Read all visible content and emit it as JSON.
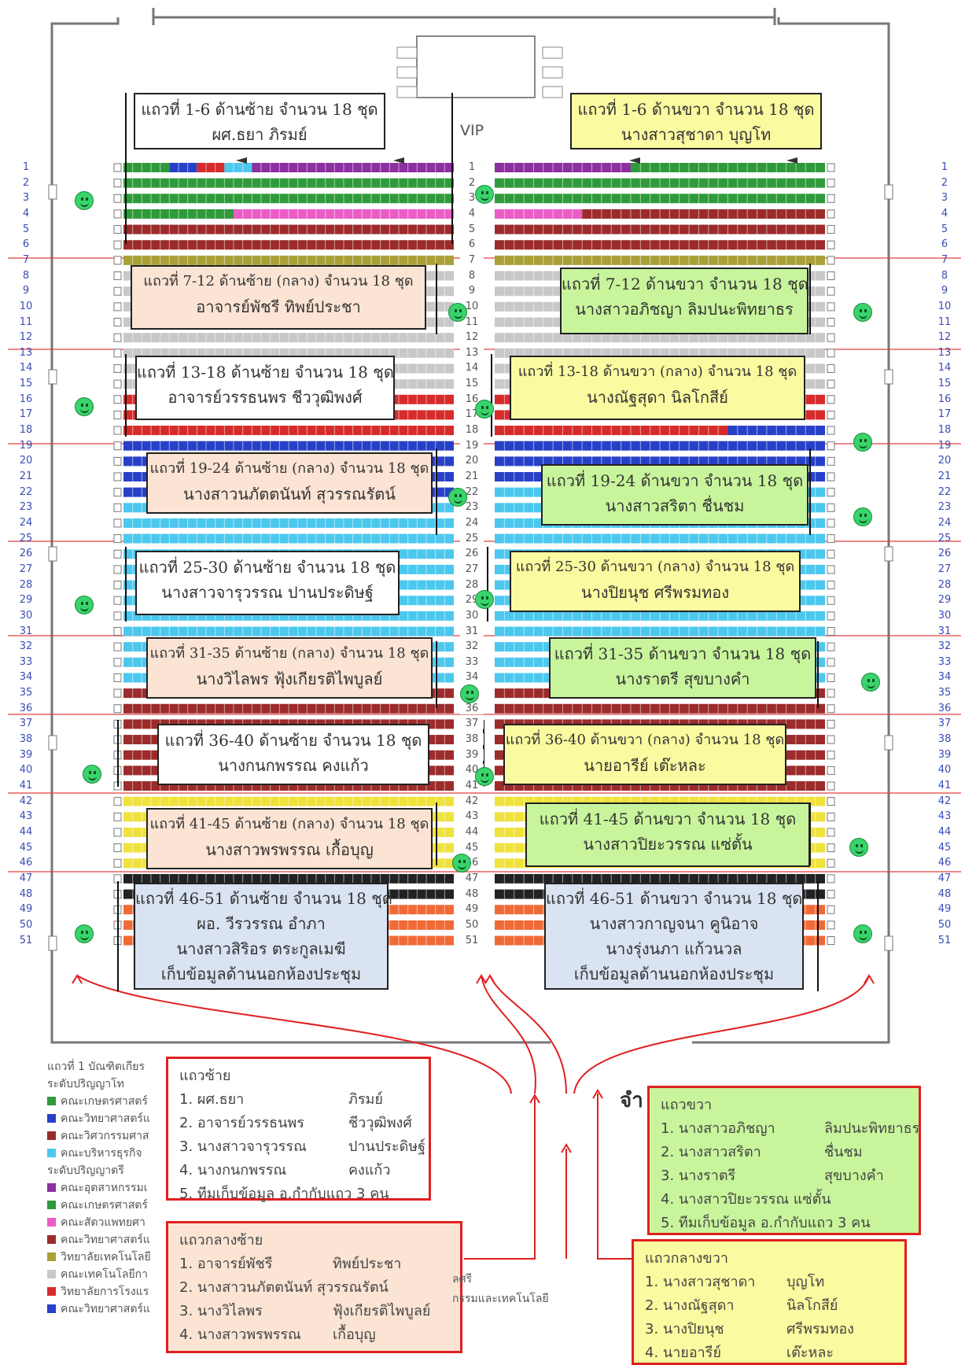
{
  "venue": {
    "vip_label": "VIP"
  },
  "row_numbers": [
    "1",
    "2",
    "3",
    "4",
    "5",
    "6",
    "7",
    "8",
    "9",
    "10",
    "11",
    "12",
    "13",
    "14",
    "15",
    "16",
    "17",
    "18",
    "19",
    "20",
    "21",
    "22",
    "23",
    "24",
    "25",
    "26",
    "27",
    "28",
    "29",
    "30",
    "31",
    "32",
    "33",
    "34",
    "35",
    "36",
    "37",
    "38",
    "39",
    "40",
    "41",
    "42",
    "43",
    "44",
    "45",
    "46",
    "47",
    "48",
    "49",
    "50",
    "51"
  ],
  "colors": {
    "green": "#2f9a3a",
    "blue": "#2740c8",
    "red": "#d62b2b",
    "cyan": "#4cc8ee",
    "purple": "#8c2fa0",
    "pink": "#ec5cc6",
    "maroon": "#9c2b2b",
    "olive": "#a9a038",
    "grey": "#c8c8c8",
    "yellow": "#f0e23c",
    "black": "#222222",
    "orange": "#f06a36",
    "box_white": "#ffffff",
    "box_yellow": "#fafaa0",
    "box_peach": "#fbe4d4",
    "box_green": "#c8f59c",
    "box_blue": "#d9e3f1",
    "divider": "#e04040",
    "arrow": "#e02020"
  },
  "seat_rows": [
    {
      "row": 1,
      "left": [
        [
          "green",
          5
        ],
        [
          "blue",
          3
        ],
        [
          "red",
          3
        ],
        [
          "cyan",
          3
        ],
        [
          "purple",
          22
        ]
      ],
      "right": [
        [
          "purple",
          14
        ],
        [
          "green",
          20
        ]
      ]
    },
    {
      "row": 2,
      "left": [
        [
          "green",
          36
        ]
      ],
      "right": [
        [
          "green",
          34
        ]
      ]
    },
    {
      "row": 3,
      "left": [
        [
          "green",
          36
        ]
      ],
      "right": [
        [
          "green",
          34
        ]
      ]
    },
    {
      "row": 4,
      "left": [
        [
          "green",
          12
        ],
        [
          "pink",
          24
        ]
      ],
      "right": [
        [
          "pink",
          9
        ],
        [
          "maroon",
          25
        ]
      ]
    },
    {
      "row": 5,
      "left": [
        [
          "maroon",
          36
        ]
      ],
      "right": [
        [
          "maroon",
          34
        ]
      ]
    },
    {
      "row": 6,
      "left": [
        [
          "maroon",
          36
        ]
      ],
      "right": [
        [
          "maroon",
          34
        ]
      ]
    },
    {
      "row": 7,
      "left": [
        [
          "olive",
          36
        ]
      ],
      "right": [
        [
          "olive",
          34
        ]
      ]
    },
    {
      "row": 8,
      "left": [
        [
          "grey",
          36
        ]
      ],
      "right": [
        [
          "grey",
          34
        ]
      ]
    },
    {
      "row": 9,
      "left": [
        [
          "grey",
          36
        ]
      ],
      "right": [
        [
          "grey",
          34
        ]
      ]
    },
    {
      "row": 10,
      "left": [
        [
          "grey",
          36
        ]
      ],
      "right": [
        [
          "grey",
          34
        ]
      ]
    },
    {
      "row": 11,
      "left": [
        [
          "grey",
          36
        ]
      ],
      "right": [
        [
          "grey",
          34
        ]
      ]
    },
    {
      "row": 12,
      "left": [
        [
          "grey",
          36
        ]
      ],
      "right": [
        [
          "grey",
          34
        ]
      ]
    },
    {
      "row": 13,
      "left": [
        [
          "grey",
          36
        ]
      ],
      "right": [
        [
          "grey",
          34
        ]
      ]
    },
    {
      "row": 14,
      "left": [
        [
          "grey",
          36
        ]
      ],
      "right": [
        [
          "grey",
          34
        ]
      ]
    },
    {
      "row": 15,
      "left": [
        [
          "grey",
          36
        ]
      ],
      "right": [
        [
          "grey",
          34
        ]
      ]
    },
    {
      "row": 16,
      "left": [
        [
          "red",
          36
        ]
      ],
      "right": [
        [
          "red",
          34
        ]
      ]
    },
    {
      "row": 17,
      "left": [
        [
          "red",
          36
        ]
      ],
      "right": [
        [
          "red",
          34
        ]
      ]
    },
    {
      "row": 18,
      "left": [
        [
          "red",
          36
        ]
      ],
      "right": [
        [
          "red",
          24
        ],
        [
          "blue",
          10
        ]
      ]
    },
    {
      "row": 19,
      "left": [
        [
          "blue",
          36
        ]
      ],
      "right": [
        [
          "blue",
          34
        ]
      ]
    },
    {
      "row": 20,
      "left": [
        [
          "blue",
          36
        ]
      ],
      "right": [
        [
          "blue",
          34
        ]
      ]
    },
    {
      "row": 21,
      "left": [
        [
          "blue",
          36
        ]
      ],
      "right": [
        [
          "blue",
          34
        ]
      ]
    },
    {
      "row": 22,
      "left": [
        [
          "blue",
          36
        ]
      ],
      "right": [
        [
          "cyan",
          34
        ]
      ]
    },
    {
      "row": 23,
      "left": [
        [
          "cyan",
          36
        ]
      ],
      "right": [
        [
          "cyan",
          34
        ]
      ]
    },
    {
      "row": 24,
      "left": [
        [
          "cyan",
          36
        ]
      ],
      "right": [
        [
          "cyan",
          34
        ]
      ]
    },
    {
      "row": 25,
      "left": [
        [
          "cyan",
          36
        ]
      ],
      "right": [
        [
          "cyan",
          34
        ]
      ]
    },
    {
      "row": 26,
      "left": [
        [
          "cyan",
          36
        ]
      ],
      "right": [
        [
          "cyan",
          34
        ]
      ]
    },
    {
      "row": 27,
      "left": [
        [
          "cyan",
          36
        ]
      ],
      "right": [
        [
          "cyan",
          34
        ]
      ]
    },
    {
      "row": 28,
      "left": [
        [
          "cyan",
          36
        ]
      ],
      "right": [
        [
          "cyan",
          34
        ]
      ]
    },
    {
      "row": 29,
      "left": [
        [
          "cyan",
          36
        ]
      ],
      "right": [
        [
          "cyan",
          34
        ]
      ]
    },
    {
      "row": 30,
      "left": [
        [
          "cyan",
          36
        ]
      ],
      "right": [
        [
          "cyan",
          34
        ]
      ]
    },
    {
      "row": 31,
      "left": [
        [
          "cyan",
          36
        ]
      ],
      "right": [
        [
          "cyan",
          34
        ]
      ]
    },
    {
      "row": 32,
      "left": [
        [
          "cyan",
          36
        ]
      ],
      "right": [
        [
          "cyan",
          34
        ]
      ]
    },
    {
      "row": 33,
      "left": [
        [
          "cyan",
          36
        ]
      ],
      "right": [
        [
          "cyan",
          34
        ]
      ]
    },
    {
      "row": 34,
      "left": [
        [
          "cyan",
          36
        ]
      ],
      "right": [
        [
          "cyan",
          34
        ]
      ]
    },
    {
      "row": 35,
      "left": [
        [
          "maroon",
          36
        ]
      ],
      "right": [
        [
          "maroon",
          34
        ]
      ]
    },
    {
      "row": 36,
      "left": [
        [
          "maroon",
          36
        ]
      ],
      "right": [
        [
          "maroon",
          34
        ]
      ]
    },
    {
      "row": 37,
      "left": [
        [
          "maroon",
          36
        ]
      ],
      "right": [
        [
          "maroon",
          34
        ]
      ]
    },
    {
      "row": 38,
      "left": [
        [
          "maroon",
          36
        ]
      ],
      "right": [
        [
          "maroon",
          34
        ]
      ]
    },
    {
      "row": 39,
      "left": [
        [
          "maroon",
          36
        ]
      ],
      "right": [
        [
          "maroon",
          34
        ]
      ]
    },
    {
      "row": 40,
      "left": [
        [
          "maroon",
          36
        ]
      ],
      "right": [
        [
          "maroon",
          34
        ]
      ]
    },
    {
      "row": 41,
      "left": [
        [
          "maroon",
          36
        ]
      ],
      "right": [
        [
          "maroon",
          34
        ]
      ]
    },
    {
      "row": 42,
      "left": [
        [
          "yellow",
          36
        ]
      ],
      "right": [
        [
          "yellow",
          34
        ]
      ]
    },
    {
      "row": 43,
      "left": [
        [
          "yellow",
          36
        ]
      ],
      "right": [
        [
          "yellow",
          34
        ]
      ]
    },
    {
      "row": 44,
      "left": [
        [
          "yellow",
          36
        ]
      ],
      "right": [
        [
          "yellow",
          34
        ]
      ]
    },
    {
      "row": 45,
      "left": [
        [
          "yellow",
          36
        ]
      ],
      "right": [
        [
          "yellow",
          34
        ]
      ]
    },
    {
      "row": 46,
      "left": [
        [
          "yellow",
          36
        ]
      ],
      "right": [
        [
          "yellow",
          34
        ]
      ]
    },
    {
      "row": 47,
      "left": [
        [
          "black",
          36
        ]
      ],
      "right": [
        [
          "black",
          34
        ]
      ]
    },
    {
      "row": 48,
      "left": [
        [
          "black",
          36
        ]
      ],
      "right": [
        [
          "black",
          34
        ]
      ]
    },
    {
      "row": 49,
      "left": [
        [
          "orange",
          36
        ]
      ],
      "right": [
        [
          "orange",
          34
        ]
      ]
    },
    {
      "row": 50,
      "left": [
        [
          "orange",
          36
        ]
      ],
      "right": [
        [
          "orange",
          34
        ]
      ]
    },
    {
      "row": 51,
      "left": [
        [
          "orange",
          36
        ]
      ],
      "right": [
        [
          "orange",
          34
        ]
      ]
    }
  ],
  "boxes": [
    {
      "id": "left-1-6",
      "color": "box_white",
      "lines": [
        "แถวที่ 1-6  ด้านซ้าย จำนวน 18 ชุด",
        "ผศ.ธยา     ภิรมย์"
      ]
    },
    {
      "id": "right-1-6",
      "color": "box_yellow",
      "lines": [
        "แถวที่ 1-6  ด้านขวา จำนวน 18 ชุด",
        "นางสาวสุชาดา  บุญโท"
      ]
    },
    {
      "id": "left-7-12",
      "color": "box_peach",
      "lines": [
        "แถวที่ 7-12  ด้านซ้าย (กลาง) จำนวน 18 ชุด",
        "อาจารย์พัชรี  ทิพย์ประชา"
      ]
    },
    {
      "id": "right-7-12",
      "color": "box_green",
      "lines": [
        "แถวที่ 7-12  ด้านขวา จำนวน 18 ชุด",
        "นางสาวอภิชญา  ลิมปนะพิทยาธร"
      ]
    },
    {
      "id": "left-13-18",
      "color": "box_white",
      "lines": [
        "แถวที่ 13-18  ด้านซ้าย จำนวน 18 ชุด",
        "อาจารย์วรรธนพร  ชีววุฒิพงศ์"
      ]
    },
    {
      "id": "right-13-18",
      "color": "box_yellow",
      "lines": [
        "แถวที่ 13-18  ด้านขวา (กลาง)  จำนวน 18 ชุด",
        "นางณัฐสุดา  นิลโกสีย์"
      ]
    },
    {
      "id": "left-19-24",
      "color": "box_peach",
      "lines": [
        "แถวที่ 19-24  ด้านซ้าย (กลาง)  จำนวน 18 ชุด",
        "นางสาวนภัตตนันท์     สุวรรณรัตน์"
      ]
    },
    {
      "id": "right-19-24",
      "color": "box_green",
      "lines": [
        "แถวที่ 19-24 ด้านขวา จำนวน 18 ชุด",
        "นางสาวสริตา   ชื่นชม"
      ]
    },
    {
      "id": "left-25-30",
      "color": "box_white",
      "lines": [
        "แถวที่ 25-30 ด้านซ้าย  จำนวน 18 ชุด",
        "นางสาวจารุวรรณ       ปานประดิษฐ์"
      ]
    },
    {
      "id": "right-25-30",
      "color": "box_yellow",
      "lines": [
        "แถวที่ 25-30  ด้านขวา (กลาง)  จำนวน 18 ชุด",
        "นางปิยนุช ศรีพรมทอง"
      ]
    },
    {
      "id": "left-31-35",
      "color": "box_peach",
      "lines": [
        "แถวที่ 31-35  ด้านซ้าย (กลาง)  จำนวน 18 ชุด",
        "นางวิไลพร  ฟุ้งเกียรติไพบูลย์"
      ]
    },
    {
      "id": "right-31-35",
      "color": "box_green",
      "lines": [
        "แถวที่ 31-35 ด้านขวา จำนวน 18 ชุด",
        "นางราตรี สุขบางคำ"
      ]
    },
    {
      "id": "left-36-40",
      "color": "box_white",
      "lines": [
        "แถวที่ 36-40  ด้านซ้าย จำนวน 18 ชุด",
        "นางกนกพรรณ  คงแก้ว"
      ]
    },
    {
      "id": "right-36-40",
      "color": "box_yellow",
      "lines": [
        "แถวที่ 36-40  ด้านขวา (กลาง)  จำนวน 18 ชุด",
        "นายอารีย์  เต๊ะหละ"
      ]
    },
    {
      "id": "left-41-45",
      "color": "box_peach",
      "lines": [
        "แถวที่ 41-45  ด้านซ้าย (กลาง)  จำนวน 18 ชุด",
        "นางสาวพรพรรณ       เกื้อบุญ"
      ]
    },
    {
      "id": "right-41-45",
      "color": "box_green",
      "lines": [
        "แถวที่ 41-45 ด้านขวา จำนวน 18 ชุด",
        "นางสาวปิยะวรรณ     แซ่ตั้น"
      ]
    },
    {
      "id": "left-46-51",
      "color": "box_blue",
      "lines": [
        "แถวที่ 46-51  ด้านซ้าย จำนวน 18 ชุด",
        "ผอ. วีรวรรณ        อำภา",
        "นางสาวสิริอร  ตระกูลเมฆี",
        "เก็บข้อมูลด้านนอกห้องประชุม"
      ]
    },
    {
      "id": "right-46-51",
      "color": "box_blue",
      "lines": [
        "แถวที่ 46-51 ด้านขวา จำนวน 18 ชุด",
        "นางสาวกาญจนา       คูนิอาจ",
        "นางรุ่งนภา  แก้วนวล",
        "เก็บข้อมูลด้านนอกห้องประชุม"
      ]
    }
  ],
  "teams": [
    {
      "id": "team-left",
      "color": "box_white",
      "title": "แถวซ้าย",
      "members": [
        {
          "name": "1. ผศ.ธยา",
          "surname": "ภิรมย์"
        },
        {
          "name": "2. อาจารย์วรรธนพร",
          "surname": "ชีววุฒิพงศ์"
        },
        {
          "name": "3. นางสาวจารุวรรณ",
          "surname": "ปานประดิษฐ์"
        },
        {
          "name": "4. นางกนกพรรณ",
          "surname": "คงแก้ว"
        },
        {
          "name": "5. ทีมเก็บข้อมูล อ.กำกับแถว 3 คน",
          "surname": ""
        }
      ]
    },
    {
      "id": "team-right",
      "color": "box_green",
      "title": "แถวขวา",
      "members": [
        {
          "name": "1. นางสาวอภิชญา",
          "surname": "ลิมปนะพิทยาธร"
        },
        {
          "name": "2. นางสาวสริตา",
          "surname": "ชื่นชม"
        },
        {
          "name": "3. นางราตรี",
          "surname": "สุขบางคำ"
        },
        {
          "name": "4. นางสาวปิยะวรรณ แซ่ตั้น",
          "surname": ""
        },
        {
          "name": "5. ทีมเก็บข้อมูล อ.กำกับแถว  3 คน",
          "surname": ""
        }
      ]
    },
    {
      "id": "team-mid-left",
      "color": "box_peach",
      "title": "แถวกลางซ้าย",
      "members": [
        {
          "name": "1. อาจารย์พัชรี",
          "surname": "ทิพย์ประชา"
        },
        {
          "name": "2. นางสาวนภัตตนันท์ สุวรรณรัตน์",
          "surname": ""
        },
        {
          "name": "3. นางวิไลพร",
          "surname": "ฟุ้งเกียรติไพบูลย์"
        },
        {
          "name": "4. นางสาวพรพรรณ",
          "surname": "เกื้อบุญ"
        }
      ]
    },
    {
      "id": "team-mid-right",
      "color": "box_yellow",
      "title": "แถวกลางขวา",
      "members": [
        {
          "name": "1. นางสาวสุชาดา",
          "surname": "บุญโท"
        },
        {
          "name": "2. นางณัฐสุดา",
          "surname": "นิลโกสีย์"
        },
        {
          "name": "3. นางปิยนุช",
          "surname": "ศรีพรมทอง"
        },
        {
          "name": "4. นายอารีย์",
          "surname": "เต๊ะหละ"
        }
      ]
    }
  ],
  "legend": {
    "items": [
      {
        "text": "แถวที่ 1 บัณฑิตเกียร",
        "swatch": ""
      },
      {
        "text": "ระดับปริญญาโท",
        "swatch": ""
      },
      {
        "text": "คณะเกษตรศาสตร์",
        "swatch": "green"
      },
      {
        "text": "คณะวิทยาศาสตร์แ",
        "swatch": "blue"
      },
      {
        "text": "คณะวิศวกรรมศาส",
        "swatch": "maroon"
      },
      {
        "text": "คณะบริหารธุรกิจ",
        "swatch": "cyan"
      },
      {
        "text": "ระดับปริญญาตรี",
        "swatch": ""
      },
      {
        "text": "คณะอุตสาหกรรมเ",
        "swatch": "purple"
      },
      {
        "text": "คณะเกษตรศาสตร์",
        "swatch": "green"
      },
      {
        "text": "คณะสัตวแพทยศา",
        "swatch": "pink"
      },
      {
        "text": "คณะวิทยาศาสตร์แ",
        "swatch": "maroon"
      },
      {
        "text": "วิทยาลัยเทคโนโลยี",
        "swatch": "olive"
      },
      {
        "text": "คณะเทคโนโลยีกา",
        "swatch": "grey"
      },
      {
        "text": "วิทยาลัยการโรงแร",
        "swatch": "red"
      },
      {
        "text": "คณะวิทยาศาสตร์แ",
        "swatch": "blue"
      }
    ],
    "fragment_total": "จำ",
    "fragment_a": "ลศรี",
    "fragment_b": "กรรมและเทคโนโลยี"
  }
}
